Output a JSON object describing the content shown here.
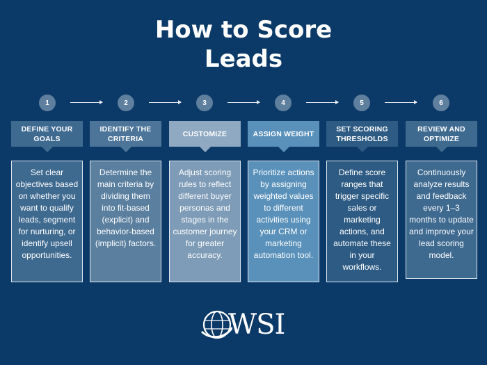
{
  "title": {
    "line1": "How to Score",
    "line2": "Leads"
  },
  "steps": [
    {
      "number": "1",
      "heading": "DEFINE YOUR GOALS",
      "body": "Set clear objectives based on whether you want to qualify leads, segment for nurturing, or identify upsell opportunities.",
      "header_color": "#3f6a90",
      "body_color": "#3f6a90"
    },
    {
      "number": "2",
      "heading": "IDENTIFY THE CRITERIA",
      "body": "Determine the main criteria by dividing them into fit-based (explicit) and behavior-based (implicit) factors.",
      "header_color": "#4c7599",
      "body_color": "#5a7f9f"
    },
    {
      "number": "3",
      "heading": "CUSTOMIZE",
      "body": "Adjust scoring rules to reflect different buyer personas and stages in the customer journey for greater accuracy.",
      "header_color": "#8fa9c2",
      "body_color": "#7e9cb7"
    },
    {
      "number": "4",
      "heading": "ASSIGN WEIGHT",
      "body": "Prioritize actions by assigning weighted values to different activities using your CRM or marketing automation tool.",
      "header_color": "#5a91ba",
      "body_color": "#5a91ba"
    },
    {
      "number": "5",
      "heading": "SET SCORING THRESHOLDS",
      "body": "Define score ranges that trigger specific sales or marketing actions, and automate these in your workflows.",
      "header_color": "#2e5b83",
      "body_color": "#2e5b83"
    },
    {
      "number": "6",
      "heading": "REVIEW AND OPTIMIZE",
      "body": "Continuously analyze results and feedback every 1–3 months to update and improve your lead scoring model.",
      "header_color": "#3f6a90",
      "body_color": "#3f6a90"
    }
  ],
  "logo": {
    "text": "WSI",
    "icon": "globe-swoosh-icon"
  },
  "colors": {
    "background": "#0c3a68",
    "circle": "#5f7f9e",
    "connector": "#e8eef5",
    "border": "#dfe8f1"
  }
}
